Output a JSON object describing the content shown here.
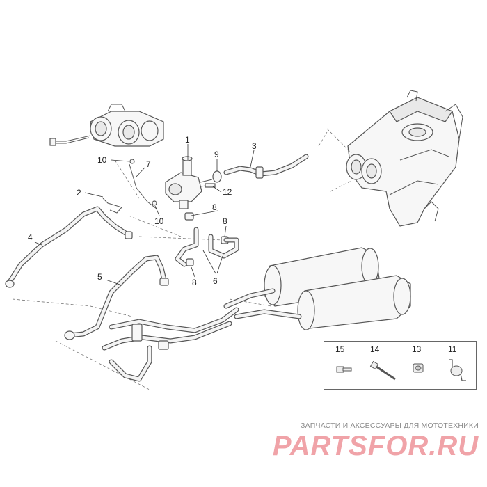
{
  "callouts": {
    "c1": "1",
    "c2": "2",
    "c3": "3",
    "c4": "4",
    "c5": "5",
    "c6": "6",
    "c7": "7",
    "c8a": "8",
    "c8b": "8",
    "c8c": "8",
    "c9": "9",
    "c10a": "10",
    "c10b": "10",
    "c12": "12"
  },
  "legend": {
    "items": [
      {
        "number": "15",
        "icon": "flanged-bolt-icon"
      },
      {
        "number": "14",
        "icon": "long-bolt-icon"
      },
      {
        "number": "13",
        "icon": "flange-nut-icon"
      },
      {
        "number": "11",
        "icon": "hose-clamp-bracket-icon"
      }
    ]
  },
  "watermark": {
    "caption": "ЗАПЧАСТИ И АКСЕССУАРЫ ДЛЯ МОТОТЕХНИКИ",
    "logo_text": "PARTSFOR.RU",
    "logo_color": "#f0a3a8"
  }
}
